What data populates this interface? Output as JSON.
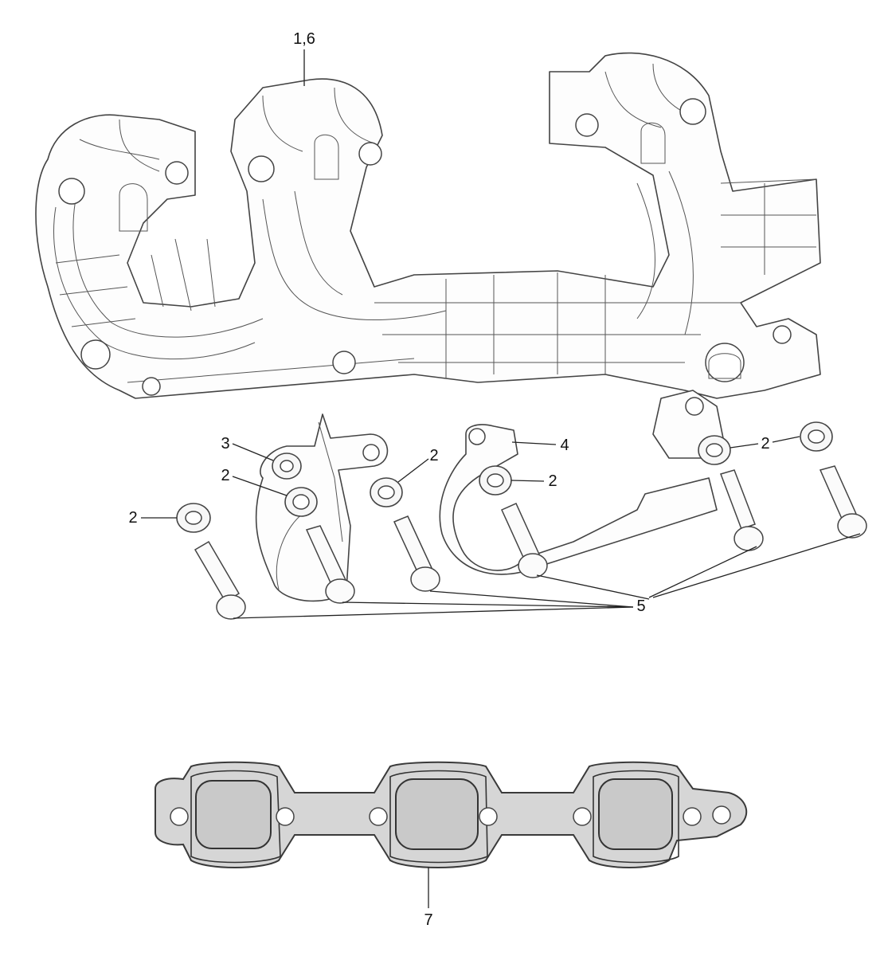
{
  "callouts": {
    "c16": "1,6",
    "c2a": "2",
    "c2b": "2",
    "c2c": "2",
    "c2d": "2",
    "c2e": "2",
    "c3": "3",
    "c4": "4",
    "c5": "5",
    "c7": "7"
  }
}
